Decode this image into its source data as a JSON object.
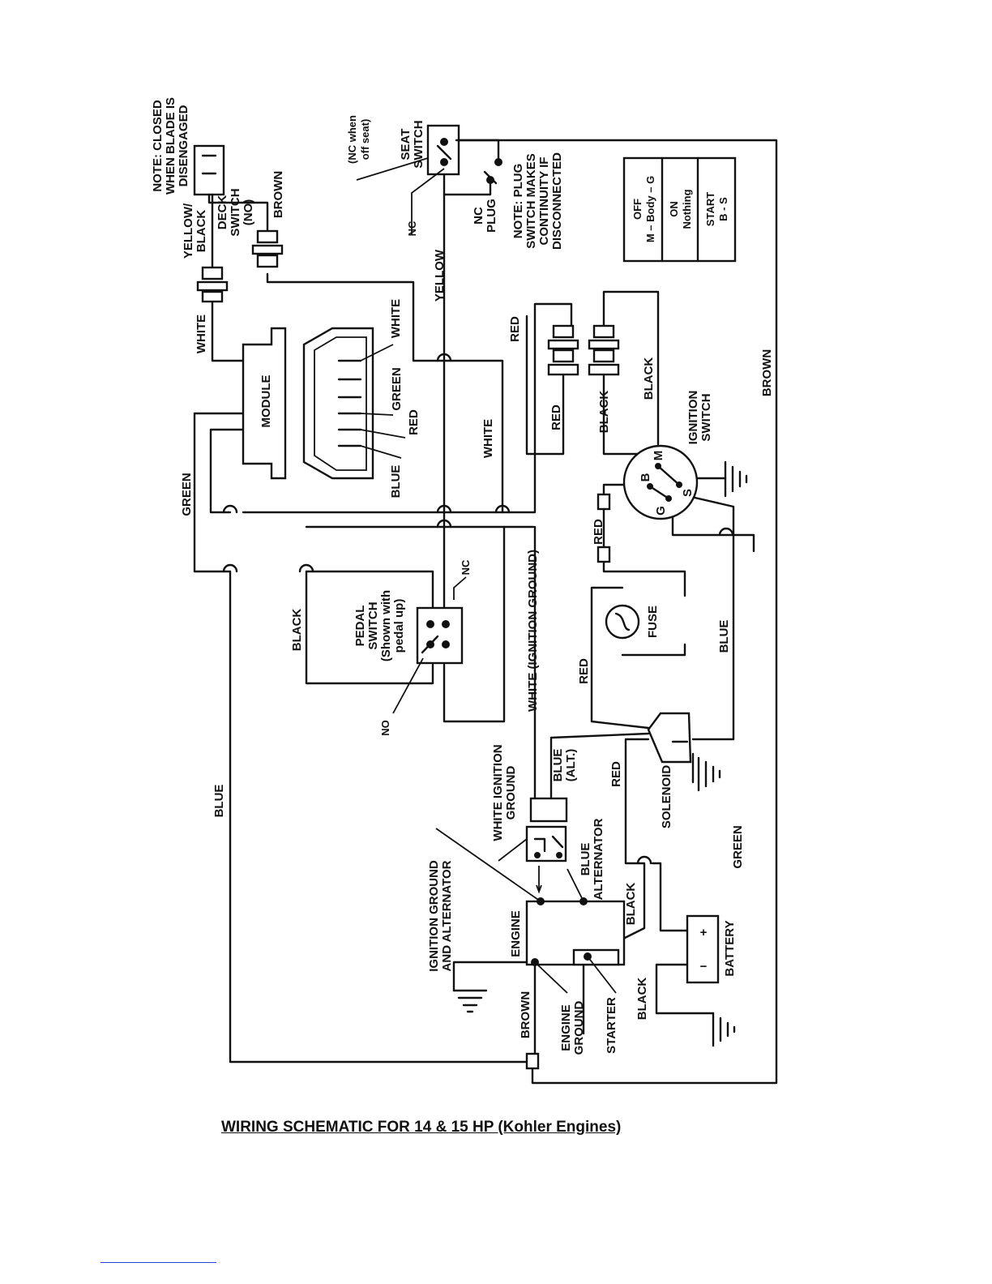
{
  "caption": "WIRING SCHEMATIC FOR 14 & 15 HP (Kohler Engines)",
  "notes": {
    "deck": "NOTE:  CLOSED|WHEN BLADE IS|DISENGAGED",
    "plug": "NOTE:  PLUG|SWITCH MAKES|CONTINUITY IF|DISCONNECTED",
    "seat_nc": "(NC when|off seat)"
  },
  "components": {
    "module": "MODULE",
    "deck_switch": "DECK|SWITCH|(NO)",
    "seat_switch": "SEAT|SWITCH",
    "nc_plug": "NC|PLUG",
    "pedal_switch": "PEDAL|SWITCH|(Shown with|pedal up)",
    "ignition_switch": "IGNITION|SWITCH",
    "fuse": "FUSE",
    "solenoid": "SOLENOID",
    "engine": "ENGINE",
    "battery": "BATTERY",
    "starter": "STARTER",
    "engine_ground": "ENGINE|GROUND",
    "ign_ground_alt": "IGNITION GROUND|AND ALTERNATOR",
    "white_ign_ground": "WHITE IGNITION|GROUND",
    "blue_alternator": "BLUE|ALTERNATOR",
    "blue_alt": "BLUE|(ALT.)"
  },
  "switch_terminals": {
    "b": "B",
    "m": "M",
    "g": "G",
    "s": "S"
  },
  "battery_signs": {
    "plus": "+",
    "minus": "−"
  },
  "contacts": {
    "nc": "NC",
    "no": "NO"
  },
  "wires": {
    "yellow_black": "YELLOW/|BLACK",
    "brown": "BROWN",
    "white": "WHITE",
    "yellow": "YELLOW",
    "red": "RED",
    "green": "GREEN",
    "blue": "BLUE",
    "black": "BLACK",
    "white_ign_ground": "WHITE (IGNITION GROUND)"
  },
  "switch_table": [
    {
      "position": "OFF",
      "connection": "M – Body – G"
    },
    {
      "position": "ON",
      "connection": "Nothing"
    },
    {
      "position": "START",
      "connection": "B - S"
    }
  ]
}
